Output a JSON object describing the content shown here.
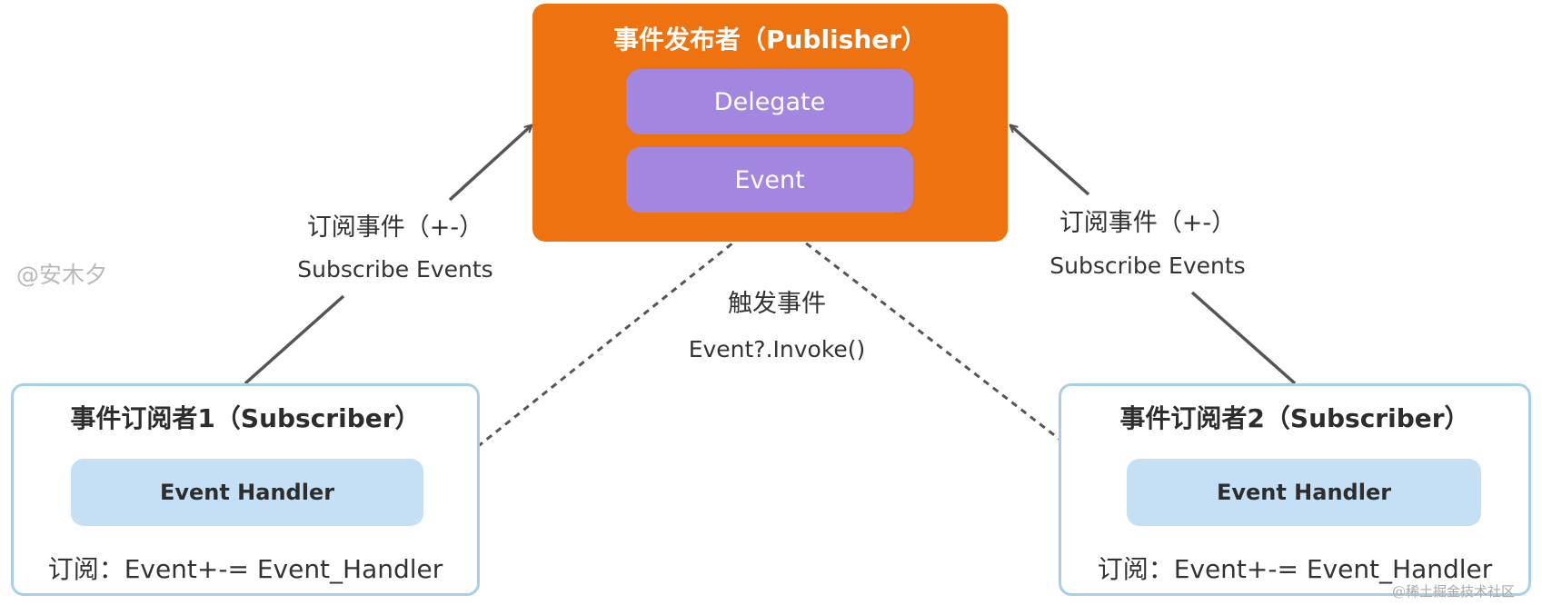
{
  "publisher": {
    "title": "事件发布者（Publisher）",
    "delegate_label": "Delegate",
    "event_label": "Event"
  },
  "subscriber1": {
    "title": "事件订阅者1（Subscriber）",
    "handler_label": "Event Handler",
    "code": "订阅：Event+-= Event_Handler"
  },
  "subscriber2": {
    "title": "事件订阅者2（Subscriber）",
    "handler_label": "Event Handler",
    "code": "订阅：Event+-= Event_Handler"
  },
  "subscribe_left": {
    "zh": "订阅事件（+-）",
    "en": "Subscribe Events"
  },
  "subscribe_right": {
    "zh": "订阅事件（+-）",
    "en": "Subscribe Events"
  },
  "trigger": {
    "zh": "触发事件",
    "code": "Event?.Invoke()"
  },
  "watermark": "@安木夕",
  "site_watermark": "@稀土掘金技术社区",
  "colors": {
    "publisher_bg": "#ee720f",
    "delegate_event_bg": "#a286e0",
    "subscriber_border": "#a8cfe8",
    "handler_bg": "#c5e0f4",
    "arrow": "#555555"
  }
}
